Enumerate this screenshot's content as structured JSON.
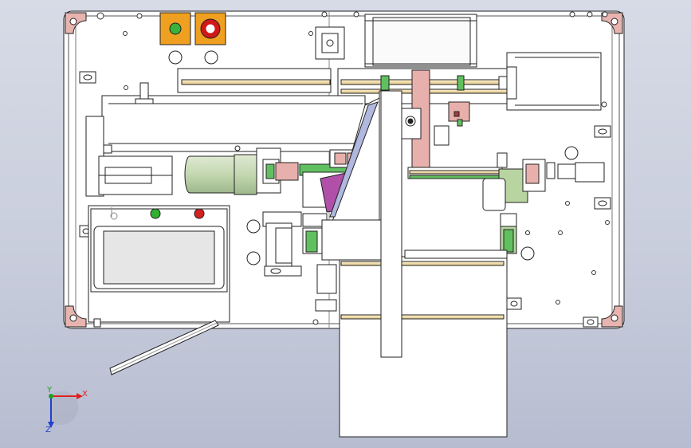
{
  "viewport": {
    "background_top": "#d7dbe6",
    "background_bottom": "#b7bdd0"
  },
  "triad": {
    "x_label": "X",
    "y_label": "Y",
    "z_label": "Z",
    "x_color": "#e02020",
    "y_color": "#20a020",
    "z_color": "#2040d0"
  },
  "hmi": {
    "start_button_color": "#2fb02f",
    "stop_button_color": "#d42020"
  },
  "control_box": {
    "green_button_color": "#f0a020",
    "estop_color": "#d01818"
  },
  "colors": {
    "frame": "#ffffff",
    "outline": "#222222",
    "corner_pad": "#e8b4b0",
    "pink_part": "#e8b0ac",
    "magenta_part": "#b050a8",
    "rail_yellow": "#f0e0b0",
    "green_rail": "#60c060",
    "sage": "#b8d4a0"
  }
}
